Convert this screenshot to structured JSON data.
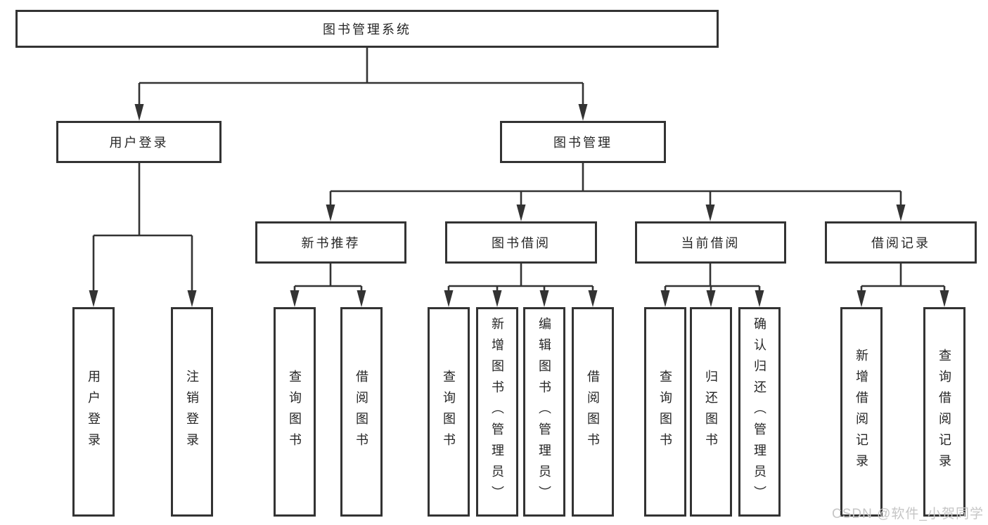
{
  "diagram": {
    "title": "图书管理系统",
    "nodes": {
      "root": "图书管理系统",
      "user_login": "用户登录",
      "book_mgmt": "图书管理",
      "new_books": "新书推荐",
      "book_borrow": "图书借阅",
      "current_borrow": "当前借阅",
      "borrow_records": "借阅记录"
    },
    "leaves": {
      "user_login": [
        "用户登录",
        "注销登录"
      ],
      "new_books": [
        "查询图书",
        "借阅图书"
      ],
      "book_borrow": [
        "查询图书",
        "新增图书（管理员）",
        "编辑图书（管理员）",
        "借阅图书"
      ],
      "current_borrow": [
        "查询图书",
        "归还图书",
        "确认归还（管理员）"
      ],
      "borrow_records": [
        "新增借阅记录",
        "查询借阅记录"
      ]
    },
    "watermark": "CSDN @软件_小贺同学",
    "colors": {
      "line": "#333333",
      "text": "#262626",
      "watermark": "#c6c6c6",
      "background": "#ffffff"
    }
  }
}
